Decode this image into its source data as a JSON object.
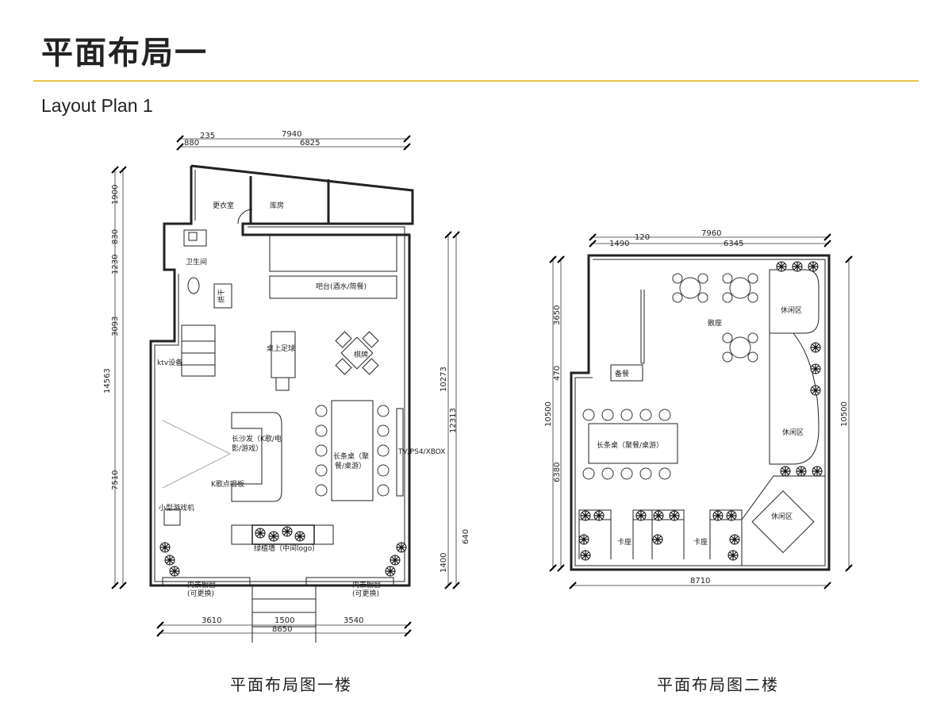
{
  "page": {
    "title": "平面布局一",
    "subtitle": "Layout Plan 1"
  },
  "floor1": {
    "caption": "平面布局图一楼",
    "rooms": {
      "changing_room": "更衣室",
      "storage": "库房",
      "restroom": "卫生间",
      "bar": "吧台(酒水/简餐)",
      "foosball": "桌上足球",
      "board_games": "棋牌",
      "ktv": "ktv设备",
      "sofa_line1": "长沙发（K歌/电",
      "sofa_line2": "影/游戏）",
      "karaoke_board": "K歌点唱板",
      "long_table_line1": "长条桌（聚",
      "long_table_line2": "餐/桌游）",
      "tv": "TV/PS4/XBOX",
      "arcade": "小型游戏机",
      "green_wall": "绿植墙（中间logo）",
      "window_left_1": "内景橱窗",
      "window_left_2": "(可更换)",
      "window_right_1": "内景橱窗",
      "window_right_2": "(可更换)",
      "dryer": "烘干"
    },
    "dims": {
      "top_total": "7940",
      "top_a": "880",
      "top_b": "235",
      "top_c": "6825",
      "left_1": "1900",
      "left_2": "830",
      "left_3": "1230",
      "left_4": "3093",
      "left_5": "7510",
      "left_total": "14563",
      "right_1": "10273",
      "right_2": "12313",
      "right_3": "640",
      "right_4": "1400",
      "bottom_a": "3610",
      "bottom_b": "1500",
      "bottom_c": "3540",
      "bottom_total": "8650"
    }
  },
  "floor2": {
    "caption": "平面布局图二楼",
    "rooms": {
      "casual_seating": "散座",
      "lounge_1": "休闲区",
      "lounge_2": "休闲区",
      "lounge_3": "休闲区",
      "prep": "备餐",
      "long_table": "长条桌（聚餐/桌游）",
      "booth_1": "卡座",
      "booth_2": "卡座"
    },
    "dims": {
      "top_total": "7960",
      "top_a": "1490",
      "top_b": "120",
      "top_c": "6345",
      "left_1": "3650",
      "left_2": "470",
      "left_3": "6380",
      "left_total": "10500",
      "right_total": "10500",
      "bottom_total": "8710"
    }
  }
}
